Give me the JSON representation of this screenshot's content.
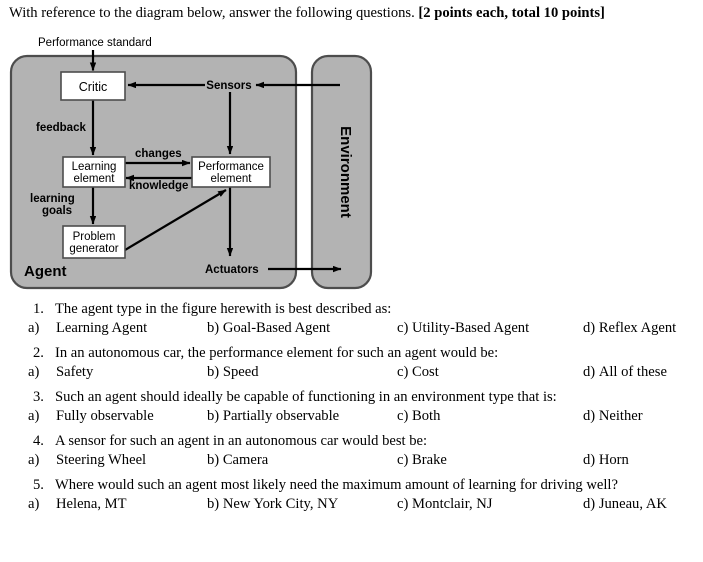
{
  "header": {
    "prefix": "With reference to the diagram below, answer the following questions. ",
    "bold_suffix": "[2 points each, total 10 points]"
  },
  "diagram": {
    "name": "learning-agent-diagram",
    "colors": {
      "fill": "#b3b3b3",
      "stroke": "#4d4d4d",
      "box_fill": "#ffffff",
      "line": "#000000"
    },
    "labels": {
      "performance_standard": "Performance standard",
      "critic": "Critic",
      "sensors": "Sensors",
      "feedback": "feedback",
      "changes": "changes",
      "knowledge": "knowledge",
      "learning_element_line1": "Learning",
      "learning_element_line2": "element",
      "performance_element_line1": "Performance",
      "performance_element_line2": "element",
      "learning_goals_line1": "learning",
      "learning_goals_line2": "goals",
      "problem_generator_line1": "Problem",
      "problem_generator_line2": "generator",
      "agent": "Agent",
      "actuators": "Actuators",
      "environment": "Environment"
    }
  },
  "questions": [
    {
      "number": "1.",
      "stem": "The agent type in the figure herewith is best described as:",
      "options": [
        {
          "letter": "a)",
          "text": "Learning Agent"
        },
        {
          "letter": "b)",
          "text": "Goal-Based Agent"
        },
        {
          "letter": "c)",
          "text": "Utility-Based Agent"
        },
        {
          "letter": "d)",
          "text": "Reflex Agent"
        }
      ]
    },
    {
      "number": "2.",
      "stem": "In an autonomous car, the performance element for such an agent would be:",
      "options": [
        {
          "letter": "a)",
          "text": "Safety"
        },
        {
          "letter": "b)",
          "text": "Speed"
        },
        {
          "letter": "c)",
          "text": "Cost"
        },
        {
          "letter": "d)",
          "text": "All of these"
        }
      ]
    },
    {
      "number": "3.",
      "stem": "Such an agent should ideally be capable of functioning in an environment type that is:",
      "options": [
        {
          "letter": "a)",
          "text": "Fully observable"
        },
        {
          "letter": "b)",
          "text": "Partially observable"
        },
        {
          "letter": "c)",
          "text": "Both"
        },
        {
          "letter": "d)",
          "text": "Neither"
        }
      ]
    },
    {
      "number": "4.",
      "stem": "A sensor for such an agent in an autonomous car would best be:",
      "options": [
        {
          "letter": "a)",
          "text": "Steering Wheel"
        },
        {
          "letter": "b)",
          "text": "Camera"
        },
        {
          "letter": "c)",
          "text": "Brake"
        },
        {
          "letter": "d)",
          "text": "Horn"
        }
      ]
    },
    {
      "number": "5.",
      "stem": "Where would such an agent most likely need the maximum amount of learning for driving well?",
      "options": [
        {
          "letter": "a)",
          "text": "Helena, MT"
        },
        {
          "letter": "b)",
          "text": "New York City, NY"
        },
        {
          "letter": "c)",
          "text": "Montclair, NJ"
        },
        {
          "letter": "d)",
          "text": "Juneau, AK"
        }
      ]
    }
  ]
}
